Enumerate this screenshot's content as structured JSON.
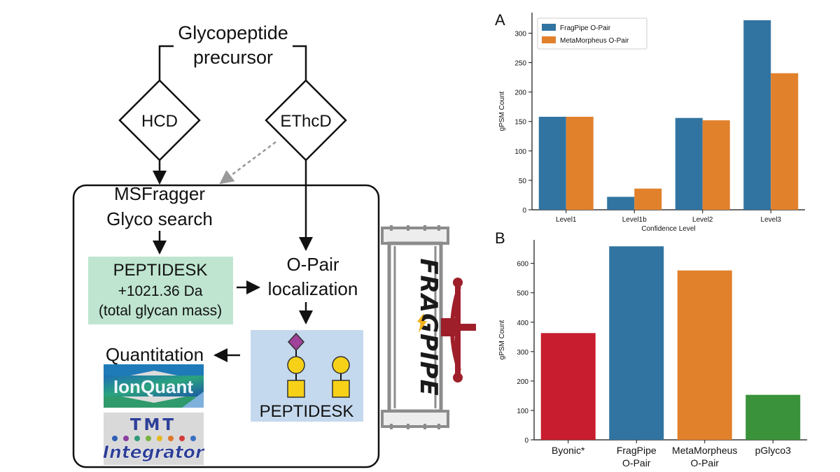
{
  "workflow": {
    "precursor_line1": "Glycopeptide",
    "precursor_line2": "precursor",
    "hcd": "HCD",
    "ethcd": "EThcD",
    "msfragger_line1": "MSFragger",
    "msfragger_line2": "Glyco search",
    "peptide_line1": "PEPTIDESK",
    "peptide_line2": "+1021.36 Da",
    "peptide_line3": "(total glycan mass)",
    "opair_line1": "O-Pair",
    "opair_line2": "localization",
    "glyco_peptide": "PEPTIDESK",
    "quantitation": "Quantitation",
    "ionquant_label": "IonQuant",
    "tmt_label_line1": "TMT",
    "tmt_label_line2": "Integrator",
    "fragpipe_logo_text": "FRAGPIPE",
    "colors": {
      "peptide_box": "#bfe5d0",
      "glycan_box": "#c5d9ee",
      "hexose": "#f7d117",
      "sialic": "#a0419a",
      "pipe_red": "#9e1f2a",
      "pipe_gray": "#8c8c8c"
    }
  },
  "chart_data": [
    {
      "panel_label": "A",
      "type": "bar",
      "categories": [
        "Level1",
        "Level1b",
        "Level2",
        "Level3"
      ],
      "series": [
        {
          "name": "FragPipe O-Pair",
          "values": [
            158,
            22,
            156,
            322
          ],
          "color": "#3274a1"
        },
        {
          "name": "MetaMorpheus O-Pair",
          "values": [
            158,
            36,
            152,
            232
          ],
          "color": "#e1812c"
        }
      ],
      "xlabel": "Confidence Level",
      "ylabel": "gPSM Count",
      "ylim": [
        0,
        335
      ],
      "yticks": [
        0,
        50,
        100,
        150,
        200,
        250,
        300
      ],
      "legend": "top-left",
      "grid": false
    },
    {
      "panel_label": "B",
      "type": "bar",
      "categories": [
        "Byonic*",
        "FragPipe\nO-Pair",
        "MetaMorpheus\nO-Pair",
        "pGlyco3"
      ],
      "values": [
        363,
        658,
        576,
        153
      ],
      "colors": [
        "#c81d2e",
        "#3274a1",
        "#e1812c",
        "#3a923a"
      ],
      "xlabel": "",
      "ylabel": "gPSM Count",
      "ylim": [
        0,
        680
      ],
      "yticks": [
        0,
        100,
        200,
        300,
        400,
        500,
        600
      ],
      "grid": false
    }
  ]
}
